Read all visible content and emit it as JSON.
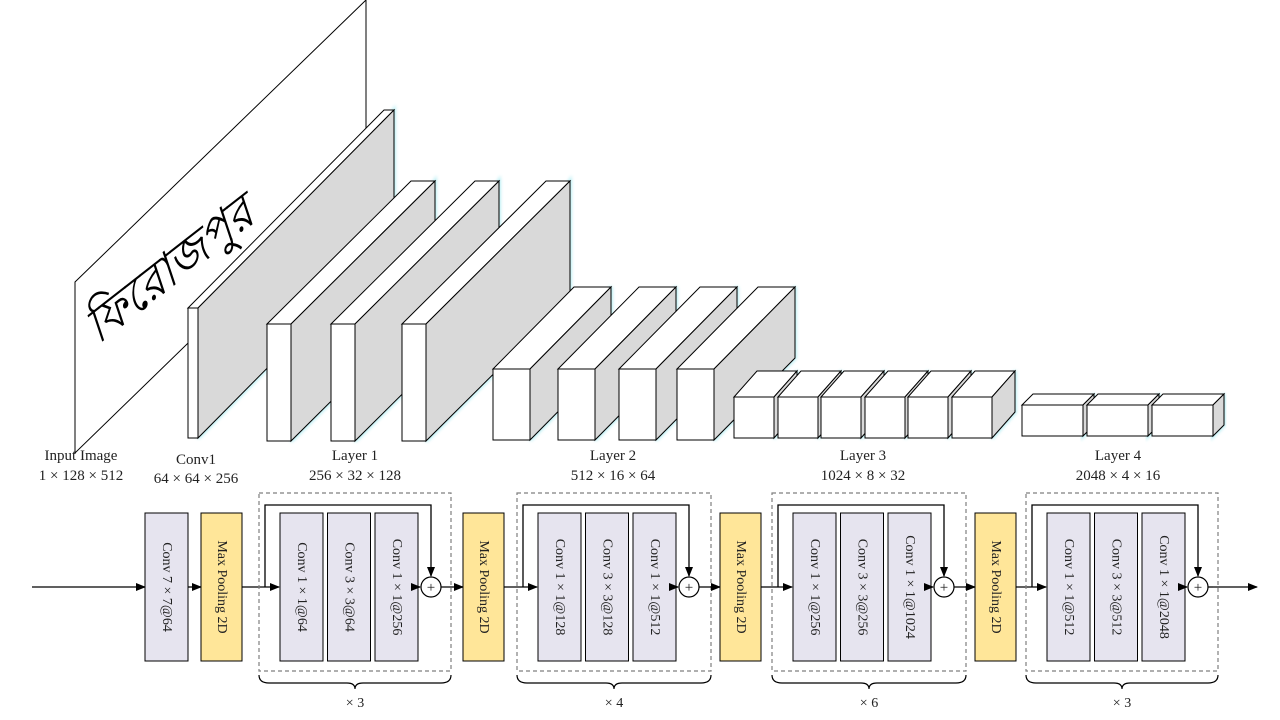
{
  "colors": {
    "conv_block_fill": "#e6e4ef",
    "pool_block_fill": "#ffe699",
    "slab_front": "#ffffff",
    "slab_side": "#d9d9d9",
    "slab_top": "#ffffff",
    "slab_glow": "#9fe8ef",
    "stroke": "#000000",
    "dashed_box": "#7f7f7f"
  },
  "handwriting_text": "ফিরোজপুর",
  "stage_labels": {
    "input": {
      "name": "Input Image",
      "dims": "1 × 128 × 512"
    },
    "conv1": {
      "name": "Conv1",
      "dims": "64 × 64 × 256"
    },
    "layer1": {
      "name": "Layer 1",
      "dims": "256 × 32 × 128"
    },
    "layer2": {
      "name": "Layer 2",
      "dims": "512 × 16 × 64"
    },
    "layer3": {
      "name": "Layer 3",
      "dims": "1024 × 8 × 32"
    },
    "layer4": {
      "name": "Layer 4",
      "dims": "2048 × 4 × 16"
    }
  },
  "pipeline": {
    "conv1": "Conv 7 × 7@64",
    "pool_label": "Max Pooling 2D",
    "groups": [
      {
        "convs": [
          "Conv 1 × 1@64",
          "Conv 3 × 3@64",
          "Conv 1 × 1@256"
        ],
        "repeat": "× 3"
      },
      {
        "convs": [
          "Conv 1 × 1@128",
          "Conv 3 × 3@128",
          "Conv 1 × 1@512"
        ],
        "repeat": "× 4"
      },
      {
        "convs": [
          "Conv 1 × 1@256",
          "Conv 3 × 3@256",
          "Conv 1 × 1@1024"
        ],
        "repeat": "× 6"
      },
      {
        "convs": [
          "Conv 1 × 1@512",
          "Conv 3 × 3@512",
          "Conv 1 × 1@2048"
        ],
        "repeat": "× 3"
      }
    ],
    "add_symbol": "+"
  }
}
